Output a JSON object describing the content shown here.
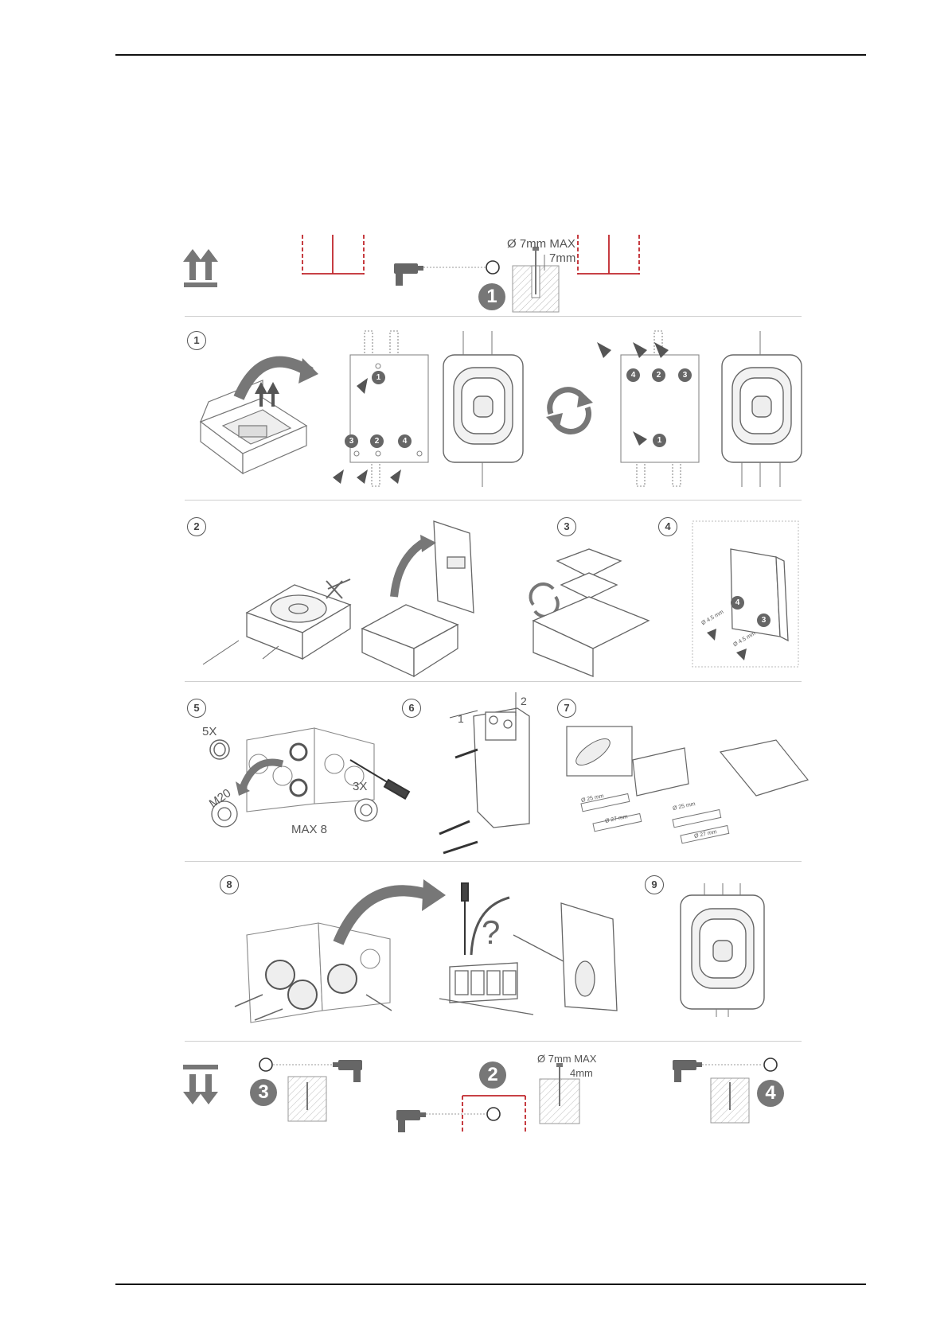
{
  "header_rule": true,
  "footer_rule": true,
  "top_row": {
    "drill_spec": "Ø 7mm MAX",
    "depth": "7mm",
    "step_badge": "1"
  },
  "steps": {
    "s1": "1",
    "s2": "2",
    "s3": "3",
    "s4": "4",
    "s5": "5",
    "s6": "6",
    "s7": "7",
    "s8": "8",
    "s9": "9"
  },
  "row1": {
    "screw_badges_left": [
      "1",
      "3",
      "2",
      "4"
    ],
    "screw_badges_right": [
      "4",
      "2",
      "3",
      "1"
    ]
  },
  "row2": {
    "dim_a": "Ø 4.5 mm",
    "dim_b": "Ø 4.5 mm",
    "badges": [
      "4",
      "3"
    ]
  },
  "row3": {
    "qty_plugs": "5X",
    "gland": "M20",
    "qty_glands": "3X",
    "max": "MAX 8",
    "arrow1": "1",
    "arrow2": "2",
    "dim1": "Ø 25 mm",
    "dim2": "Ø 27 mm",
    "dim3": "Ø 25 mm",
    "dim4": "Ø 27 mm"
  },
  "row4": {
    "question": "?"
  },
  "bottom_row": {
    "drill_spec": "Ø 7mm MAX",
    "depth": "4mm",
    "badge_left": "3",
    "badge_mid": "2",
    "badge_right": "4"
  },
  "colors": {
    "accent": "#c0262c",
    "line": "#555555",
    "badge": "#777777"
  }
}
